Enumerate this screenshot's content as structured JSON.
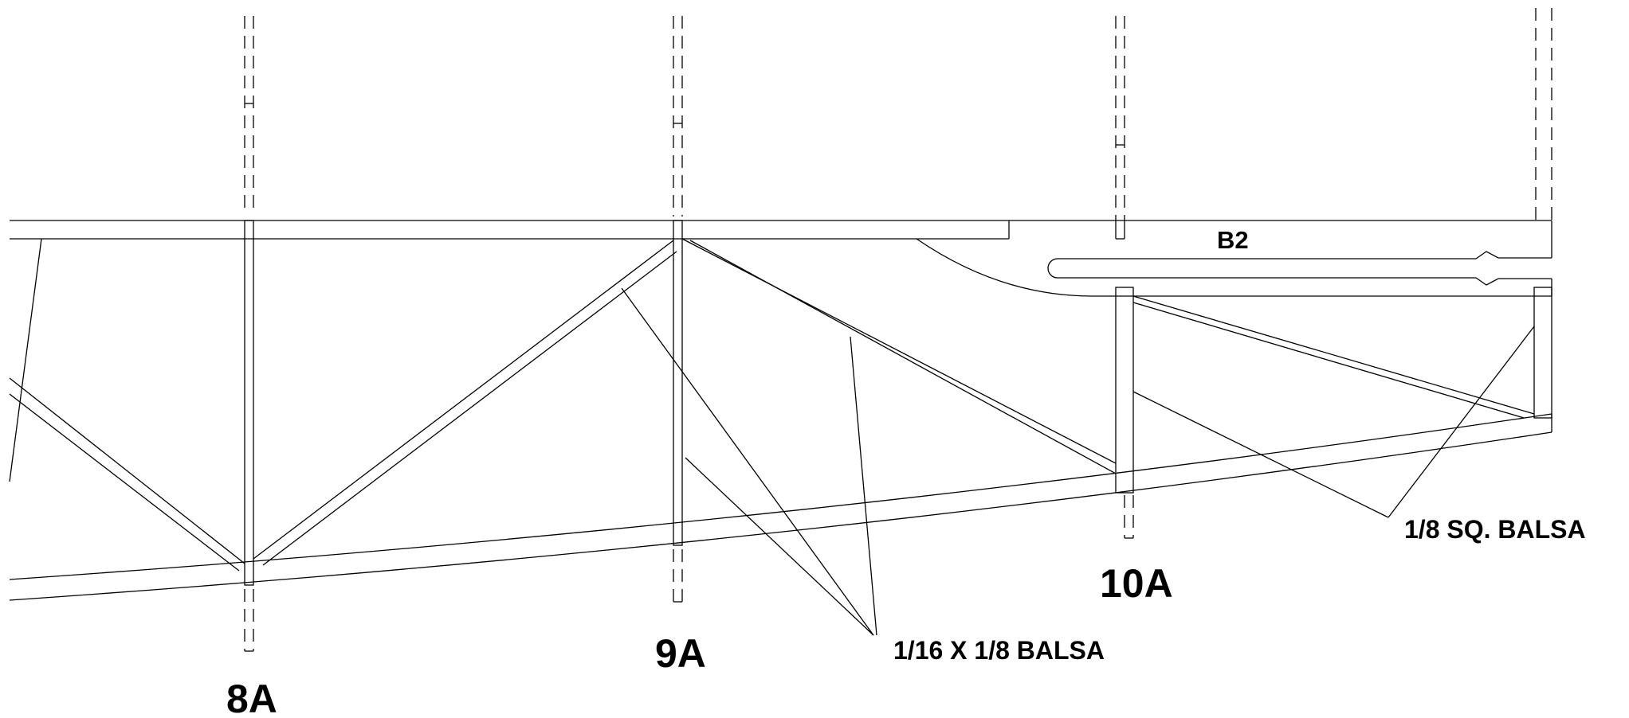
{
  "labels": {
    "station_8a": "8A",
    "station_9a": "9A",
    "station_10a": "10A",
    "part_b2": "B2",
    "callout_diagonals": "1/16 X 1/8 BALSA",
    "callout_square": "1/8 SQ. BALSA"
  },
  "colors": {
    "line": "#000000",
    "background": "#ffffff"
  }
}
